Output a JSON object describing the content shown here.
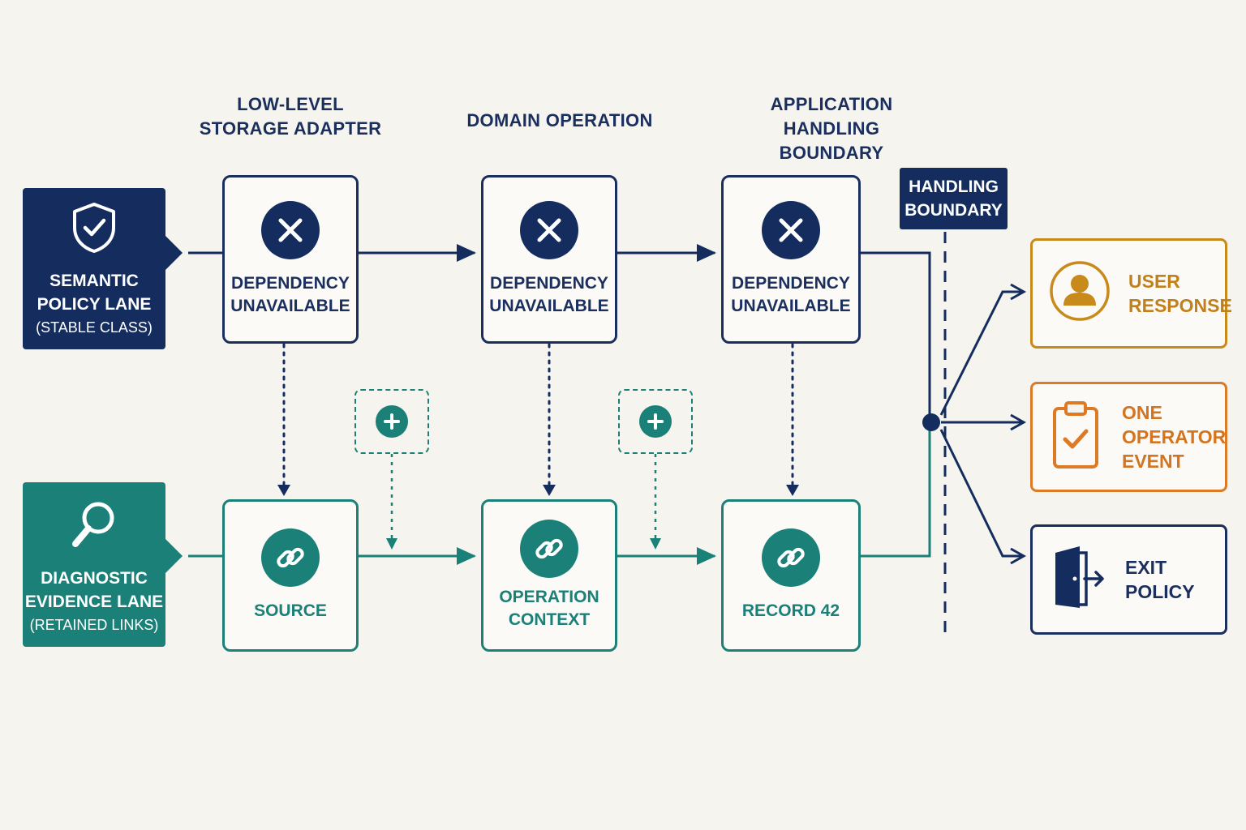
{
  "colors": {
    "navy": "#142d5e",
    "teal": "#1a8078",
    "gold": "#c98a1c",
    "orange": "#dc7a25",
    "background": "#f6f4ee"
  },
  "columns": [
    {
      "line1": "LOW-LEVEL",
      "line2": "STORAGE ADAPTER"
    },
    {
      "line1": "DOMAIN OPERATION",
      "line2": ""
    },
    {
      "line1": "APPLICATION HANDLING",
      "line2": "BOUNDARY"
    }
  ],
  "lanes": {
    "semantic": {
      "line1": "SEMANTIC",
      "line2": "POLICY LANE",
      "sub": "(STABLE CLASS)",
      "icon": "shield-check-icon"
    },
    "diagnostic": {
      "line1": "DIAGNOSTIC",
      "line2": "EVIDENCE LANE",
      "sub": "(RETAINED LINKS)",
      "icon": "magnifier-icon"
    }
  },
  "policy_nodes": [
    {
      "line1": "DEPENDENCY",
      "line2": "UNAVAILABLE",
      "icon": "x-icon"
    },
    {
      "line1": "DEPENDENCY",
      "line2": "UNAVAILABLE",
      "icon": "x-icon"
    },
    {
      "line1": "DEPENDENCY",
      "line2": "UNAVAILABLE",
      "icon": "x-icon"
    }
  ],
  "evidence_nodes": [
    {
      "line1": "SOURCE",
      "line2": "",
      "icon": "link-icon"
    },
    {
      "line1": "OPERATION",
      "line2": "CONTEXT",
      "icon": "link-icon"
    },
    {
      "line1": "RECORD 42",
      "line2": "",
      "icon": "link-icon"
    }
  ],
  "add_markers": [
    {
      "icon": "plus-icon"
    },
    {
      "icon": "plus-icon"
    }
  ],
  "boundary": {
    "line1": "HANDLING",
    "line2": "BOUNDARY"
  },
  "outputs": [
    {
      "line1": "USER",
      "line2": "RESPONSE",
      "line3": "",
      "icon": "user-icon"
    },
    {
      "line1": "ONE",
      "line2": "OPERATOR",
      "line3": "EVENT",
      "icon": "clipboard-check-icon"
    },
    {
      "line1": "EXIT",
      "line2": "POLICY",
      "line3": "",
      "icon": "exit-door-icon"
    }
  ]
}
